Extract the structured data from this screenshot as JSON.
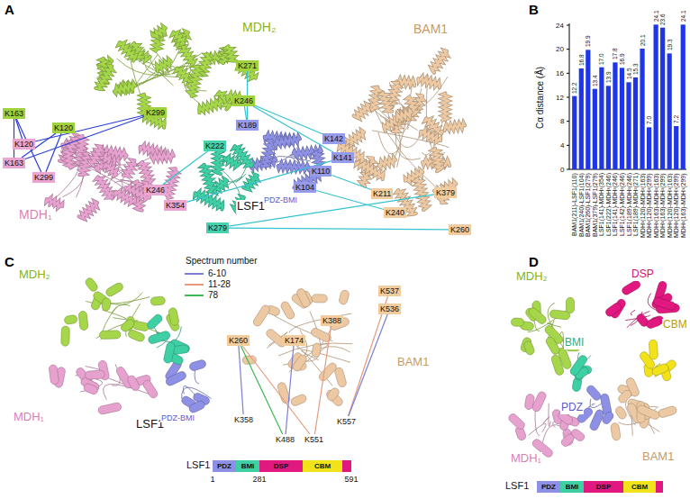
{
  "diagram": {
    "nodes": [
      {
        "text": [
          "K271"
        ]
      },
      {
        "text": [
          "K246"
        ]
      },
      {
        "text": [
          "K163"
        ]
      },
      {
        "text": [
          "K120"
        ]
      },
      {
        "text": [
          "K299"
        ]
      },
      {
        "text": [
          "K189"
        ]
      },
      {
        "text": [
          "K222"
        ]
      },
      {
        "text": [
          "K142"
        ]
      },
      {
        "text": [
          "K141"
        ]
      },
      {
        "text": [
          "K110"
        ]
      },
      {
        "text": [
          "K104"
        ]
      },
      {
        "text": [
          "K120"
        ]
      },
      {
        "text": [
          "K163"
        ]
      },
      {
        "text": [
          "K299"
        ]
      },
      {
        "text": [
          "K246"
        ]
      },
      {
        "text": [
          "K354"
        ]
      },
      {
        "text": [
          "K279"
        ]
      },
      {
        "text": [
          "K211"
        ]
      },
      {
        "text": [
          "K240"
        ]
      },
      {
        "text": [
          "K379"
        ]
      },
      {
        "text": [
          "K260"
        ]
      },
      {
        "text": [
          "K537"
        ]
      },
      {
        "text": [
          "K536"
        ]
      },
      {
        "text": [
          "K388"
        ]
      },
      {
        "text": [
          "K260"
        ]
      },
      {
        "text": [
          "K174"
        ]
      },
      {
        "text": [
          "PDZ"
        ]
      },
      {
        "text": [
          "BMI"
        ]
      },
      {
        "text": [
          "DSP"
        ]
      },
      {
        "text": [
          "CBM"
        ]
      },
      {
        "text": [
          "K358"
        ]
      },
      {
        "text": [
          "K557"
        ]
      },
      {
        "text": [
          "K488"
        ]
      },
      {
        "text": [
          "K551"
        ]
      },
      {
        "text": [
          "PDZ"
        ]
      },
      {
        "text": [
          "BMI"
        ]
      },
      {
        "text": [
          "DSP"
        ]
      },
      {
        "text": [
          "CBM"
        ]
      }
    ],
    "edges": [
      {
        "from": 17,
        "to": 9,
        "arrow": "none"
      },
      {
        "from": 18,
        "to": 10,
        "arrow": "none"
      },
      {
        "from": 20,
        "to": 16,
        "arrow": "none"
      },
      {
        "from": 19,
        "to": 16,
        "arrow": "none"
      },
      {
        "from": 8,
        "to": 15,
        "arrow": "none"
      },
      {
        "from": 6,
        "to": 14,
        "arrow": "none"
      },
      {
        "from": 8,
        "to": 1,
        "arrow": "none"
      },
      {
        "from": 7,
        "to": 1,
        "arrow": "none"
      },
      {
        "from": 5,
        "to": 1,
        "arrow": "none"
      },
      {
        "from": 5,
        "to": 0,
        "arrow": "none"
      },
      {
        "from": 11,
        "to": 2,
        "arrow": "none"
      },
      {
        "from": 11,
        "to": 4,
        "arrow": "none"
      },
      {
        "from": 12,
        "to": 2,
        "arrow": "none"
      },
      {
        "from": 12,
        "to": 4,
        "arrow": "none"
      },
      {
        "from": 3,
        "to": 12,
        "arrow": "none"
      },
      {
        "from": 3,
        "to": 13,
        "arrow": "none"
      },
      {
        "from": 2,
        "to": 13,
        "arrow": "none"
      },
      {
        "from": 24,
        "to": 32,
        "arrow": "none"
      },
      {
        "from": 24,
        "to": 33,
        "arrow": "none"
      },
      {
        "from": 24,
        "to": 30,
        "arrow": "none"
      },
      {
        "from": 25,
        "to": 32,
        "arrow": "none"
      },
      {
        "from": 23,
        "to": 33,
        "arrow": "none"
      },
      {
        "from": 21,
        "to": 31,
        "arrow": "none"
      },
      {
        "from": 22,
        "to": 31,
        "arrow": "none"
      }
    ],
    "labels": [
      "A",
      "MDH₂",
      "BAM1",
      "MDH₁",
      "LSF1",
      "PDZ-BMI",
      "B",
      "Cα distance (Å)",
      "0",
      "4",
      "8",
      "12",
      "16",
      "20",
      "24",
      "12.2",
      "16.8",
      "19.9",
      "13.4",
      "17.0",
      "13.9",
      "17.8",
      "16.9",
      "14.5",
      "15.3",
      "20.1",
      "7.0",
      "24.1",
      "23.6",
      "19.3",
      "7.2",
      "24.1",
      "BAM1(211)-LSF1(110)",
      "BAM1(240)-LSF1(104)",
      "BAM1(260)-LSF1(279)",
      "BAM1(379)-LSF1(279)",
      "LSF1(141)-MDH¹(354)",
      "LSF1(222)-MDH¹(246)",
      "LSF1(141)-MDH²(246)",
      "LSF1(142)-MDH²(246)",
      "LSF1(189)-MDH²(246)",
      "LSF1(189)-MDH²(271)",
      "MDH¹(120)-MDH²(163)",
      "MDH¹(120)-MDH²(299)",
      "MDH¹(163)-MDH²(163)",
      "MDH¹(163)-MDH²(299)",
      "MDH²(120)-MDH¹(163)",
      "MDH²(120)-MDH¹(299)",
      "MDH²(163)-MDH¹(299)",
      "C",
      "Spectrum number",
      "MDH₂",
      "MDH₁",
      "LSF1",
      "PDZ-BMI",
      "BAM1",
      "LSF1",
      "1",
      "281",
      "591",
      "D",
      "MDH₂",
      "DSP",
      "BMI",
      "CBM",
      "PDZ",
      "MDH₁",
      "BAM1",
      "LSF1"
    ],
    "legend": [
      {
        "text": "6-10"
      },
      {
        "text": "11-28"
      },
      {
        "text": "78"
      }
    ]
  }
}
